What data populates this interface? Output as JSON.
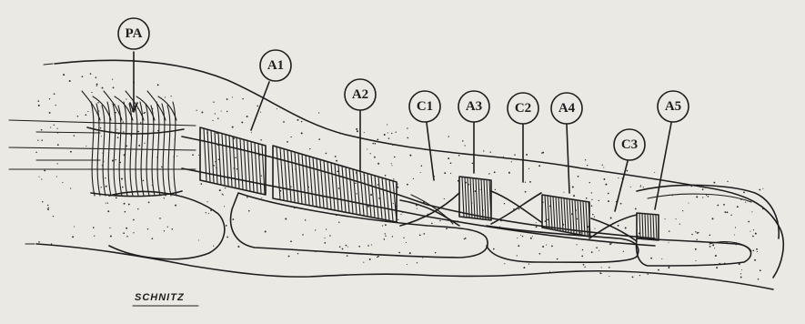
{
  "labels": [
    {
      "id": "PA",
      "text": "PA"
    },
    {
      "id": "A1",
      "text": "A1"
    },
    {
      "id": "A2",
      "text": "A2"
    },
    {
      "id": "C1",
      "text": "C1"
    },
    {
      "id": "A3",
      "text": "A3"
    },
    {
      "id": "C2",
      "text": "C2"
    },
    {
      "id": "A4",
      "text": "A4"
    },
    {
      "id": "C3",
      "text": "C3"
    },
    {
      "id": "A5",
      "text": "A5"
    }
  ],
  "signature": "SCHNITZ",
  "colors": {
    "background": "#ebe9e4",
    "ink": "#1e1e1e"
  }
}
